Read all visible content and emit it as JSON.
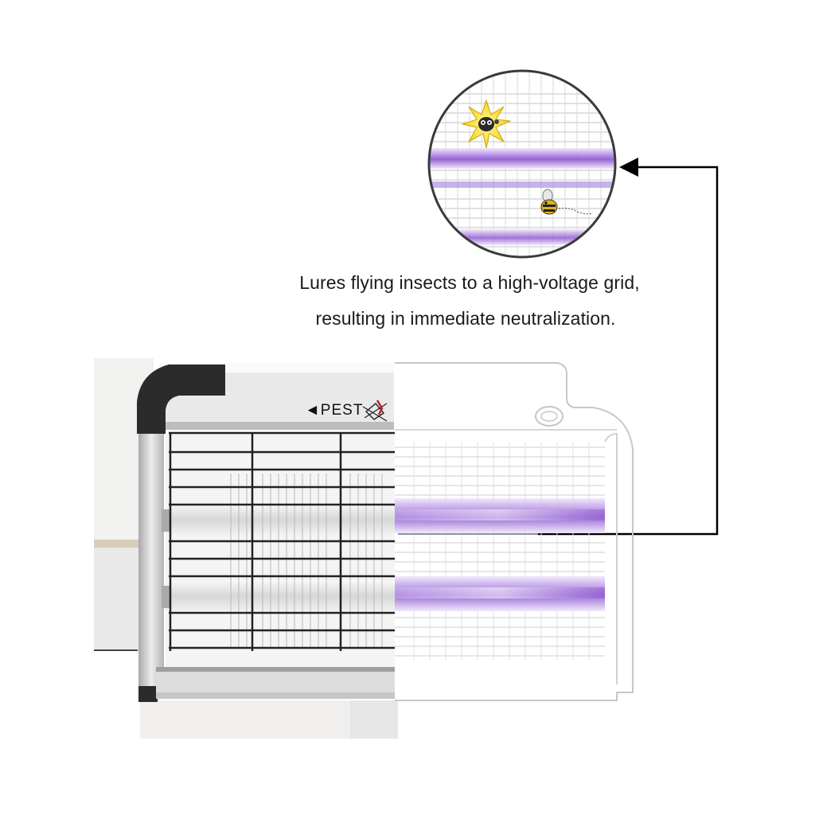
{
  "caption": {
    "line1": "Lures flying insects to a high-voltage grid,",
    "line2": "resulting in immediate neutralization."
  },
  "device": {
    "brand_label": "◄PEST"
  },
  "colors": {
    "uv_tube": "#8e5fd0",
    "frame": "#d9d9d9",
    "bracket": "#2b2b2b",
    "grid": "#222222",
    "arrow": "#000000",
    "insect_flash": "#f2d21c"
  },
  "icons": {
    "zapped_insect": "zapped-insect-icon",
    "bee": "bee-icon",
    "mosquito_logo": "mosquito-logo-icon",
    "arrow": "callout-arrow-icon"
  }
}
